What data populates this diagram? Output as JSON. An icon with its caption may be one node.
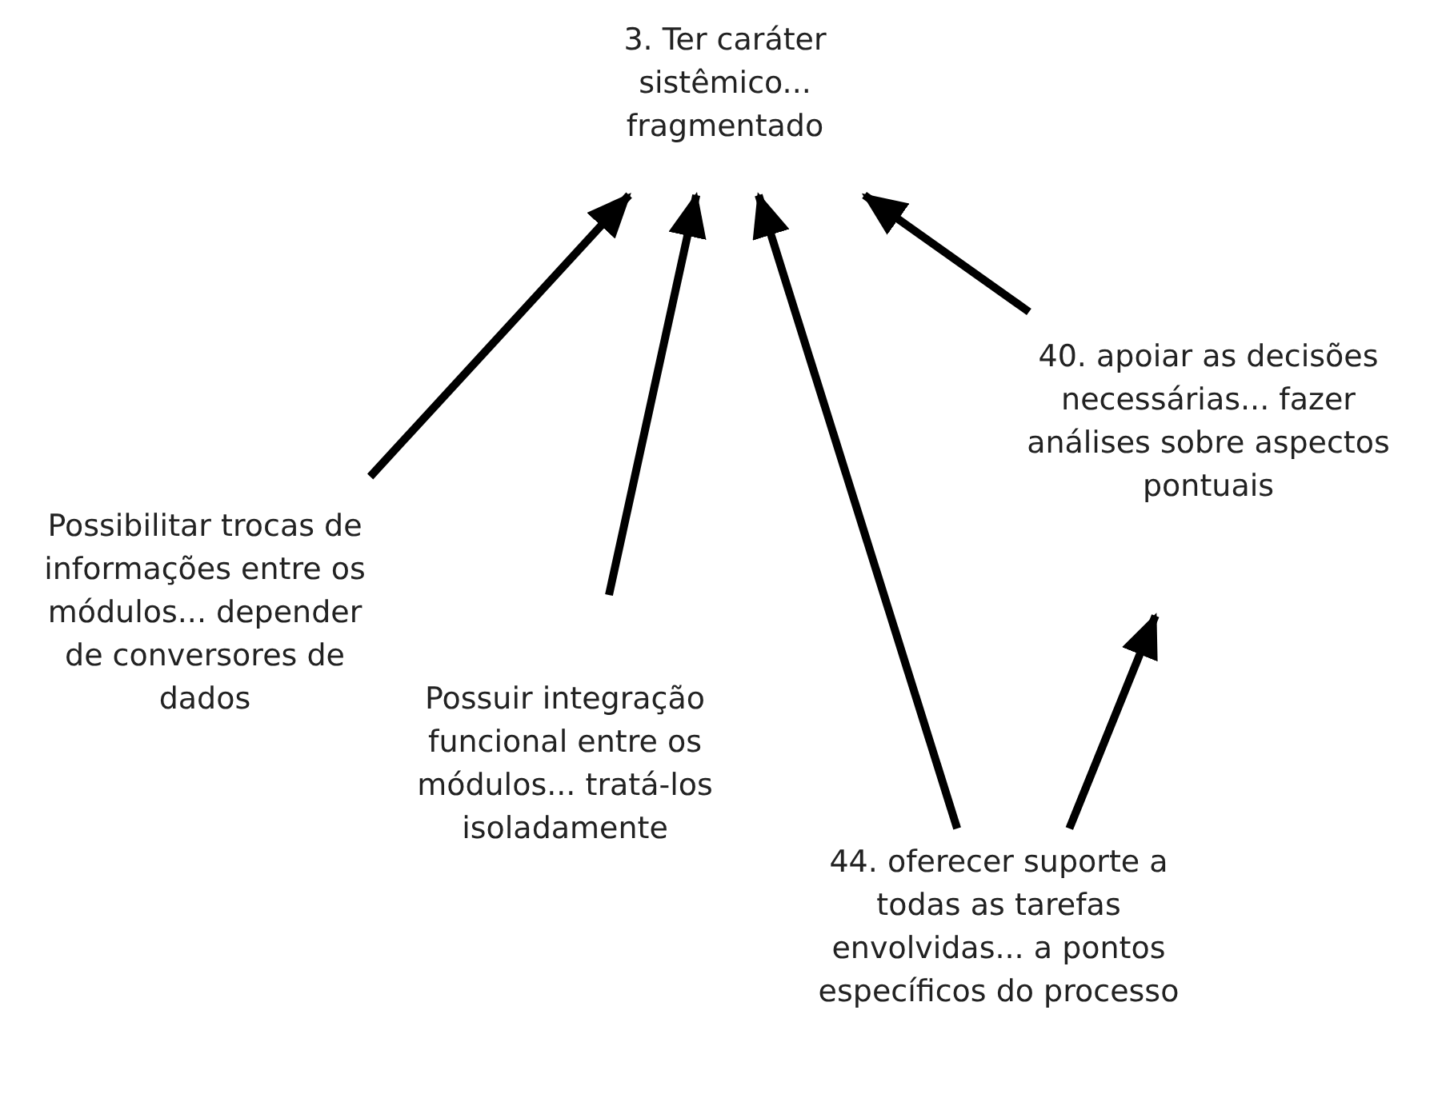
{
  "diagram": {
    "nodes": [
      {
        "text": [
          "3. Ter caráter sistêmico... fragmentado"
        ]
      },
      {
        "text": [
          "Possibilitar trocas de informações entre os módulos... depender de conversores de dados"
        ]
      },
      {
        "text": [
          "Possuir integração funcional entre os módulos... tratá-los isoladamente"
        ]
      },
      {
        "text": [
          "40. apoiar as decisões necessárias... fazer análises sobre aspectos pontuais"
        ]
      },
      {
        "text": [
          "44. oferecer suporte a todas as tarefas envolvidas... a pontos específicos do processo"
        ]
      }
    ],
    "edges": [
      {
        "from": 1,
        "to": 0,
        "arrow": "to"
      },
      {
        "from": 2,
        "to": 0,
        "arrow": "to"
      },
      {
        "from": 4,
        "to": 0,
        "arrow": "to"
      },
      {
        "from": 3,
        "to": 0,
        "arrow": "to"
      },
      {
        "from": 4,
        "to": 3,
        "arrow": "to"
      }
    ]
  }
}
